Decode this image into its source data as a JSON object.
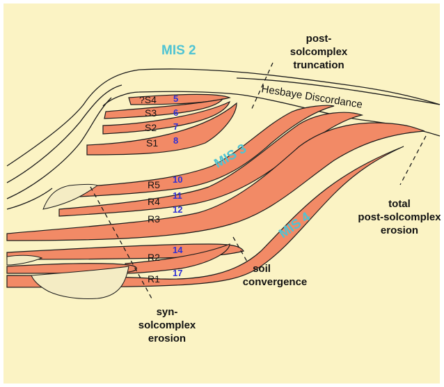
{
  "diagram": {
    "colors": {
      "background": "#fbf3c4",
      "soil_band": "#f28a66",
      "mis_label": "#4fc3d3",
      "stage_number": "#2f2fd6"
    },
    "mis_labels": [
      "MIS 2",
      "MIS 3",
      "MIS 4"
    ],
    "annotations": {
      "post_truncation": [
        "post-",
        "solcomplex",
        "truncation"
      ],
      "hesbaye": "Hesbaye Discordance",
      "total_erosion": [
        "total",
        "post-solcomplex",
        "erosion"
      ],
      "soil_convergence": [
        "soil",
        "convergence"
      ],
      "syn_erosion": [
        "syn-",
        "solcomplex",
        "erosion"
      ]
    },
    "soils": [
      {
        "name": "?S4",
        "stage": "5"
      },
      {
        "name": "S3",
        "stage": "6"
      },
      {
        "name": "S2",
        "stage": "7"
      },
      {
        "name": "S1",
        "stage": "8"
      },
      {
        "name": "R5",
        "stage": "10"
      },
      {
        "name": "R4",
        "stage": "11"
      },
      {
        "name": "R3",
        "stage": "12"
      },
      {
        "name": "R2",
        "stage": "14"
      },
      {
        "name": "R1",
        "stage": "17"
      }
    ]
  }
}
